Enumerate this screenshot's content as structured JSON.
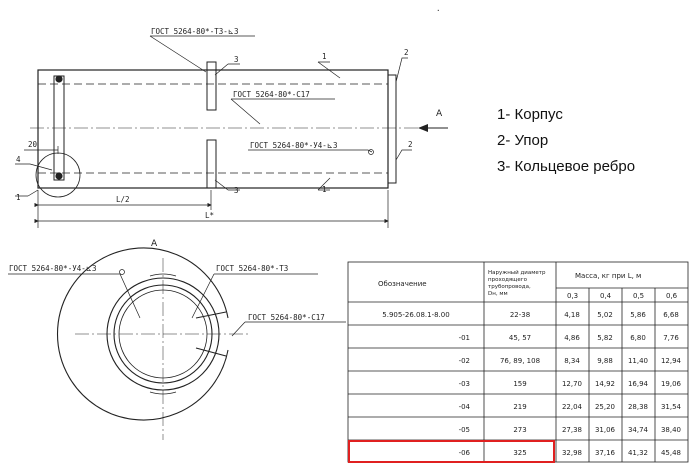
{
  "top_view": {
    "annotation_top": "ГОСТ 5264-80*-Т3-⊾3",
    "annotation_mid": "ГОСТ 5264-80*-С17",
    "annotation_right": "ГОСТ 5264-80*-У4-⊾3",
    "callouts": [
      "1",
      "2",
      "3",
      "4"
    ],
    "dim_20": "20",
    "dim_half": "L/2",
    "dim_L": "L*",
    "arrow_label": "A",
    "corner_mark": "·"
  },
  "legend": {
    "items": [
      "1- Корпус",
      "2- Упор",
      "3- Кольцевое ребро"
    ]
  },
  "section_view": {
    "title": "А",
    "annotation_left": "ГОСТ 5264-80*-У4-⊾3",
    "annotation_right": "ГОСТ 5264-80*-Т3",
    "annotation_bottom": "ГОСТ 5264-80*-С17"
  },
  "table": {
    "header_designation": "Обозначение",
    "header_diameter": "Наружный диаметр проходящего трубопровода, Dн, мм",
    "header_mass": "Масса, кг при L, м",
    "l_values": [
      "0,3",
      "0,4",
      "0,5",
      "0,6"
    ],
    "rows": [
      {
        "designation": "5.905-26.08.1-8.00",
        "diameter": "22-38",
        "masses": [
          "4,18",
          "5,02",
          "5,86",
          "6,68"
        ]
      },
      {
        "designation": "-01",
        "diameter": "45, 57",
        "masses": [
          "4,86",
          "5,82",
          "6,80",
          "7,76"
        ]
      },
      {
        "designation": "-02",
        "diameter": "76, 89, 108",
        "masses": [
          "8,34",
          "9,88",
          "11,40",
          "12,94"
        ]
      },
      {
        "designation": "-03",
        "diameter": "159",
        "masses": [
          "12,70",
          "14,92",
          "16,94",
          "19,06"
        ]
      },
      {
        "designation": "-04",
        "diameter": "219",
        "masses": [
          "22,04",
          "25,20",
          "28,38",
          "31,54"
        ]
      },
      {
        "designation": "-05",
        "diameter": "273",
        "masses": [
          "27,38",
          "31,06",
          "34,74",
          "38,40"
        ]
      },
      {
        "designation": "-06",
        "diameter": "325",
        "masses": [
          "32,98",
          "37,16",
          "41,32",
          "45,48"
        ]
      }
    ],
    "highlight_color": "#e02020"
  }
}
